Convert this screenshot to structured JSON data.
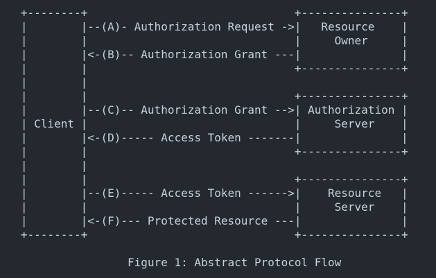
{
  "colors": {
    "background": "#242930",
    "text": "#c9d1d9"
  },
  "diagram": {
    "lines": [
      "   +--------+                               +---------------+",
      "   |        |--(A)- Authorization Request ->|   Resource    |",
      "   |        |                               |     Owner     |",
      "   |        |<-(B)-- Authorization Grant ---|               |",
      "   |        |                               +---------------+",
      "   |        |",
      "   |        |                               +---------------+",
      "   |        |--(C)-- Authorization Grant -->| Authorization |",
      "   | Client |                               |     Server    |",
      "   |        |<-(D)----- Access Token -------|               |",
      "   |        |                               +---------------+",
      "   |        |",
      "   |        |                               +---------------+",
      "   |        |--(E)----- Access Token ------>|    Resource   |",
      "   |        |                               |     Server    |",
      "   |        |<-(F)--- Protected Resource ---|               |",
      "   +--------+                               +---------------+"
    ],
    "client_label": "Client",
    "entity_boxes": [
      "Resource Owner",
      "Authorization Server",
      "Resource Server"
    ],
    "steps": [
      {
        "code": "(A)",
        "label": "Authorization Request",
        "arrow": "->"
      },
      {
        "code": "(B)",
        "label": "Authorization Grant",
        "arrow": "<-"
      },
      {
        "code": "(C)",
        "label": "Authorization Grant",
        "arrow": "->"
      },
      {
        "code": "(D)",
        "label": "Access Token",
        "arrow": "<-"
      },
      {
        "code": "(E)",
        "label": "Access Token",
        "arrow": "->"
      },
      {
        "code": "(F)",
        "label": "Protected Resource",
        "arrow": "<-"
      }
    ]
  },
  "figure_caption": "Figure 1: Abstract Protocol Flow"
}
